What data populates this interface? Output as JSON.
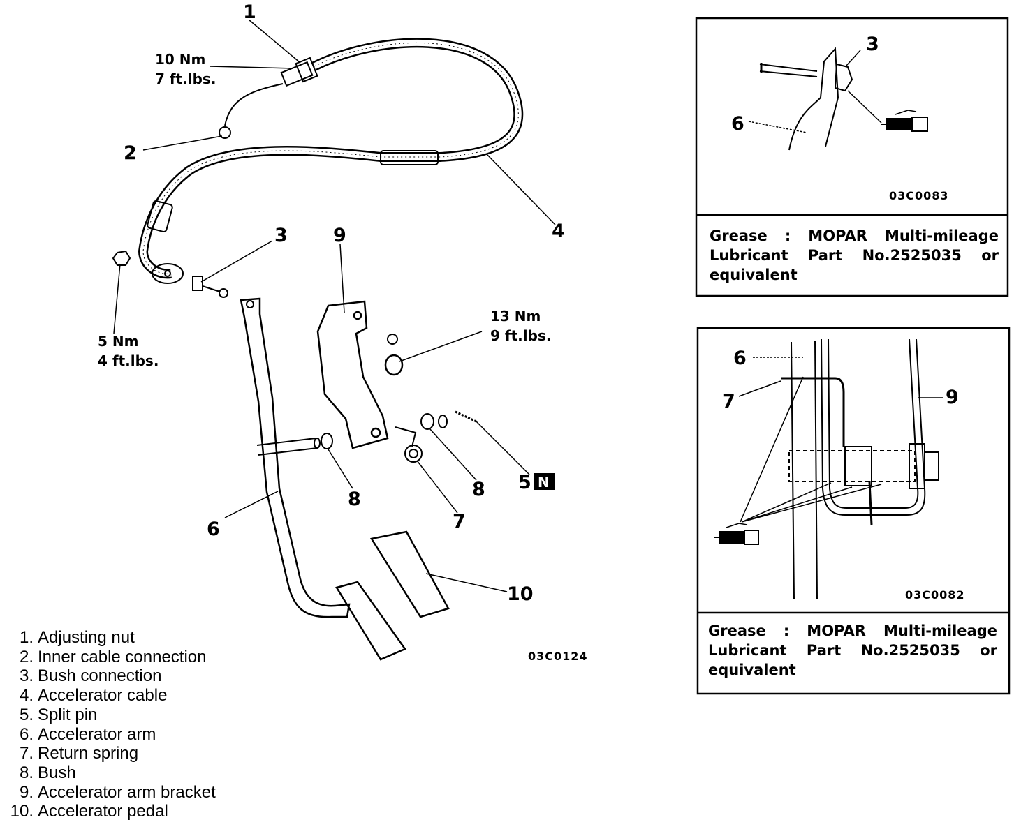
{
  "main_figure": {
    "code": "03C0124",
    "callouts": [
      {
        "id": "c1",
        "text": "1"
      },
      {
        "id": "c2",
        "text": "2"
      },
      {
        "id": "c3",
        "text": "3"
      },
      {
        "id": "c4",
        "text": "4"
      },
      {
        "id": "c5",
        "text": "5"
      },
      {
        "id": "c6",
        "text": "6"
      },
      {
        "id": "c7a",
        "text": "7"
      },
      {
        "id": "c8a",
        "text": "8"
      },
      {
        "id": "c8b",
        "text": "8"
      },
      {
        "id": "c9",
        "text": "9"
      },
      {
        "id": "c10",
        "text": "10"
      }
    ],
    "new_part_mark": "N",
    "torques": [
      {
        "nm": "10 Nm",
        "ftlbs": "7 ft.lbs."
      },
      {
        "nm": "5 Nm",
        "ftlbs": "4 ft.lbs."
      },
      {
        "nm": "13 Nm",
        "ftlbs": "9 ft.lbs."
      }
    ]
  },
  "legend": [
    {
      "num": "1.",
      "label": "Adjusting  nut"
    },
    {
      "num": "2.",
      "label": "Inner  cable  connection"
    },
    {
      "num": "3.",
      "label": "Bush  connection"
    },
    {
      "num": "4.",
      "label": "Accelerator  cable"
    },
    {
      "num": "5.",
      "label": "Split  pin"
    },
    {
      "num": "6.",
      "label": "Accelerator  arm"
    },
    {
      "num": "7.",
      "label": "Return  spring"
    },
    {
      "num": "8.",
      "label": "Bush"
    },
    {
      "num": "9.",
      "label": "Accelerator arm bracket"
    },
    {
      "num": "10.",
      "label": "Accelerator pedal"
    }
  ],
  "detail_top": {
    "code": "03C0083",
    "callouts": [
      "3",
      "6"
    ],
    "note": "Grease  :  MOPAR  Multi-mileage Lubricant  Part  No.2525035  or equivalent"
  },
  "detail_bottom": {
    "code": "03C0082",
    "callouts": [
      "6",
      "7",
      "9"
    ],
    "note": "Grease  :  MOPAR  Multi-mileage Lubricant  Part  No.2525035  or equivalent"
  }
}
